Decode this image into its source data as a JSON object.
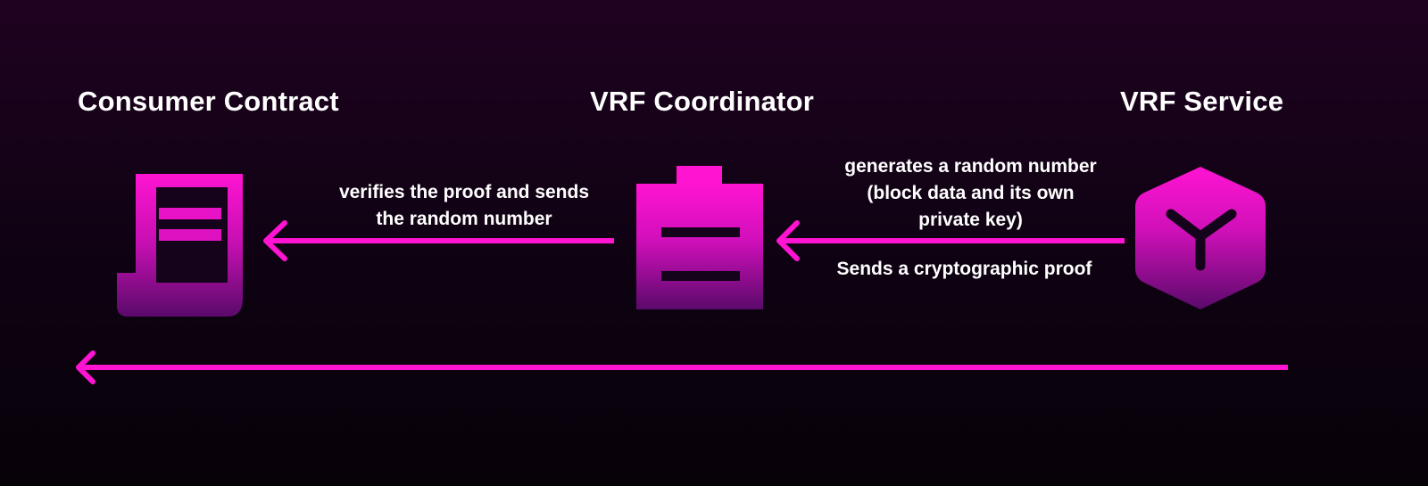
{
  "nodes": {
    "consumer": {
      "title": "Consumer Contract",
      "icon": "document-scroll-icon"
    },
    "coordinator": {
      "title": "VRF Coordinator",
      "icon": "clipboard-icon"
    },
    "service": {
      "title": "VRF Service",
      "icon": "hexagon-cube-icon"
    }
  },
  "edges": {
    "coordinator_to_consumer": {
      "label": "verifies the proof and sends\nthe random number"
    },
    "service_to_coordinator": {
      "label_top": "generates a random number\n(block data and its own\nprivate key)",
      "label_bottom": "Sends a cryptographic proof"
    },
    "service_to_consumer": {
      "label": ""
    }
  },
  "colors": {
    "accent": "#ff14d2",
    "icon_top": "#ff14d2",
    "icon_bottom": "#5a0a6a",
    "text": "#ffffff",
    "background_top": "#1f0220",
    "background_bottom": "#070108"
  }
}
